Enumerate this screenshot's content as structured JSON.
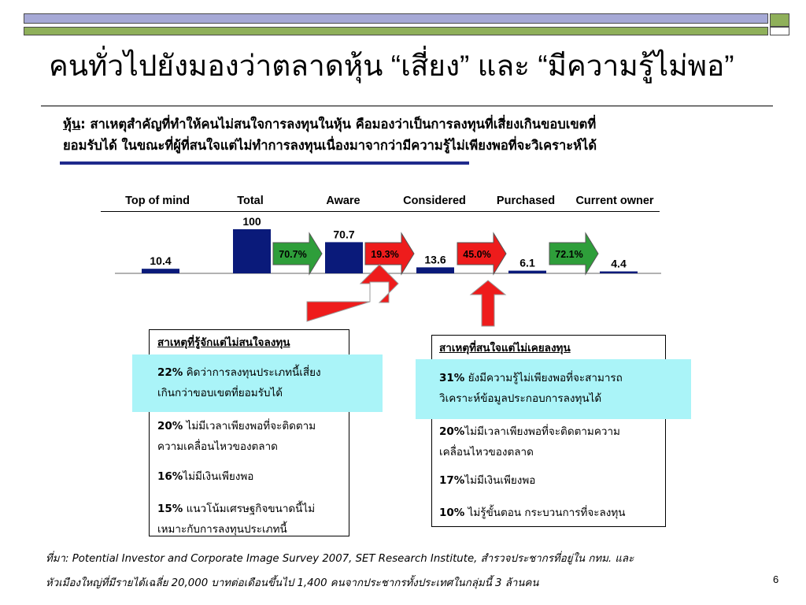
{
  "slide": {
    "title": "คนทั่วไปยังมองว่าตลาดหุ้น “เสี่ยง” และ “มีความรู้ไม่พอ”",
    "intro_label": "หุ้น",
    "intro_line1_rest": ": สาเหตุสำคัญที่ทำให้คนไม่สนใจการลงทุนในหุ้น คือมองว่าเป็นการลงทุนที่เสี่ยงเกินขอบเขตที่",
    "intro_line2": "ยอมรับได้ ในขณะที่ผู้ที่สนใจแต่ไม่ทำการลงทุนเนื่องมาจากว่ามีความรู้ไม่เพียงพอที่จะวิเคราะห์ได้",
    "page_number": "6",
    "source_line1": "ที่มา: Potential Investor and Corporate Image Survey 2007, SET Research Institute, สำรวจประชากรที่อยู่ใน กทม. และ",
    "source_line2": "หัวเมืองใหญ่ที่มีรายได้เฉลี่ย 20,000 บาทต่อเดือนขึ้นไป 1,400 คนจากประชากรทั้งประเทศในกลุ่มนี้ 3 ล้านคน"
  },
  "chart_data": {
    "type": "bar",
    "categories": [
      "Top of mind",
      "Total",
      "Aware",
      "Considered",
      "Purchased",
      "Current owner"
    ],
    "values": [
      10.4,
      100,
      70.7,
      13.6,
      6.1,
      4.4
    ],
    "value_labels": [
      "10.4",
      "100",
      "70.7",
      "13.6",
      "6.1",
      "4.4"
    ],
    "ylim": [
      0,
      100
    ],
    "bar_color": "#0a1a7a",
    "conversions": [
      {
        "label": "70.7%",
        "color": "#2e9e3a"
      },
      {
        "label": "19.3%",
        "color": "#ee1c1c"
      },
      {
        "label": "45.0%",
        "color": "#ee1c1c"
      },
      {
        "label": "72.1%",
        "color": "#2e9e3a"
      }
    ]
  },
  "box_left": {
    "header": "สาเหตุที่รู้จักแต่ไม่สนใจลงทุน",
    "items": [
      {
        "pct": "22%",
        "line1": " คิดว่าการลงทุนประเภทนี้เสี่ยง",
        "line2": "เกินกว่าขอบเขตที่ยอมรับได้"
      },
      {
        "pct": "20%",
        "line1": " ไม่มีเวลาเพียงพอที่จะติดตาม",
        "line2": "ความเคลื่อนไหวของตลาด"
      },
      {
        "pct": "16%",
        "line1": "ไม่มีเงินเพียงพอ",
        "line2": ""
      },
      {
        "pct": "15%",
        "line1": " แนวโน้มเศรษฐกิจขนาดนี้ไม่",
        "line2": "เหมาะกับการลงทุนประเภทนี้"
      }
    ]
  },
  "box_right": {
    "header": "สาเหตุที่สนใจแต่ไม่เคยลงทุน",
    "items": [
      {
        "pct": "31%",
        "line1": " ยังมีความรู้ไม่เพียงพอที่จะสามารถ",
        "line2": "วิเคราะห์ข้อมูลประกอบการลงทุนได้"
      },
      {
        "pct": "20%",
        "line1": "ไม่มีเวลาเพียงพอที่จะติดตามความ",
        "line2": "เคลื่อนไหวของตลาด"
      },
      {
        "pct": "17%",
        "line1": "ไม่มีเงินเพียงพอ",
        "line2": ""
      },
      {
        "pct": "10%",
        "line1": " ไม่รู้ขั้นตอน กระบวนการที่จะลงทุน",
        "line2": ""
      }
    ]
  },
  "colors": {
    "band_top": "#a6a9d6",
    "band_bottom": "#8fb05a",
    "highlight": "#aaf4f8",
    "red_arrow": "#ee1c1c",
    "underline_blue": "#1f2a8c"
  }
}
